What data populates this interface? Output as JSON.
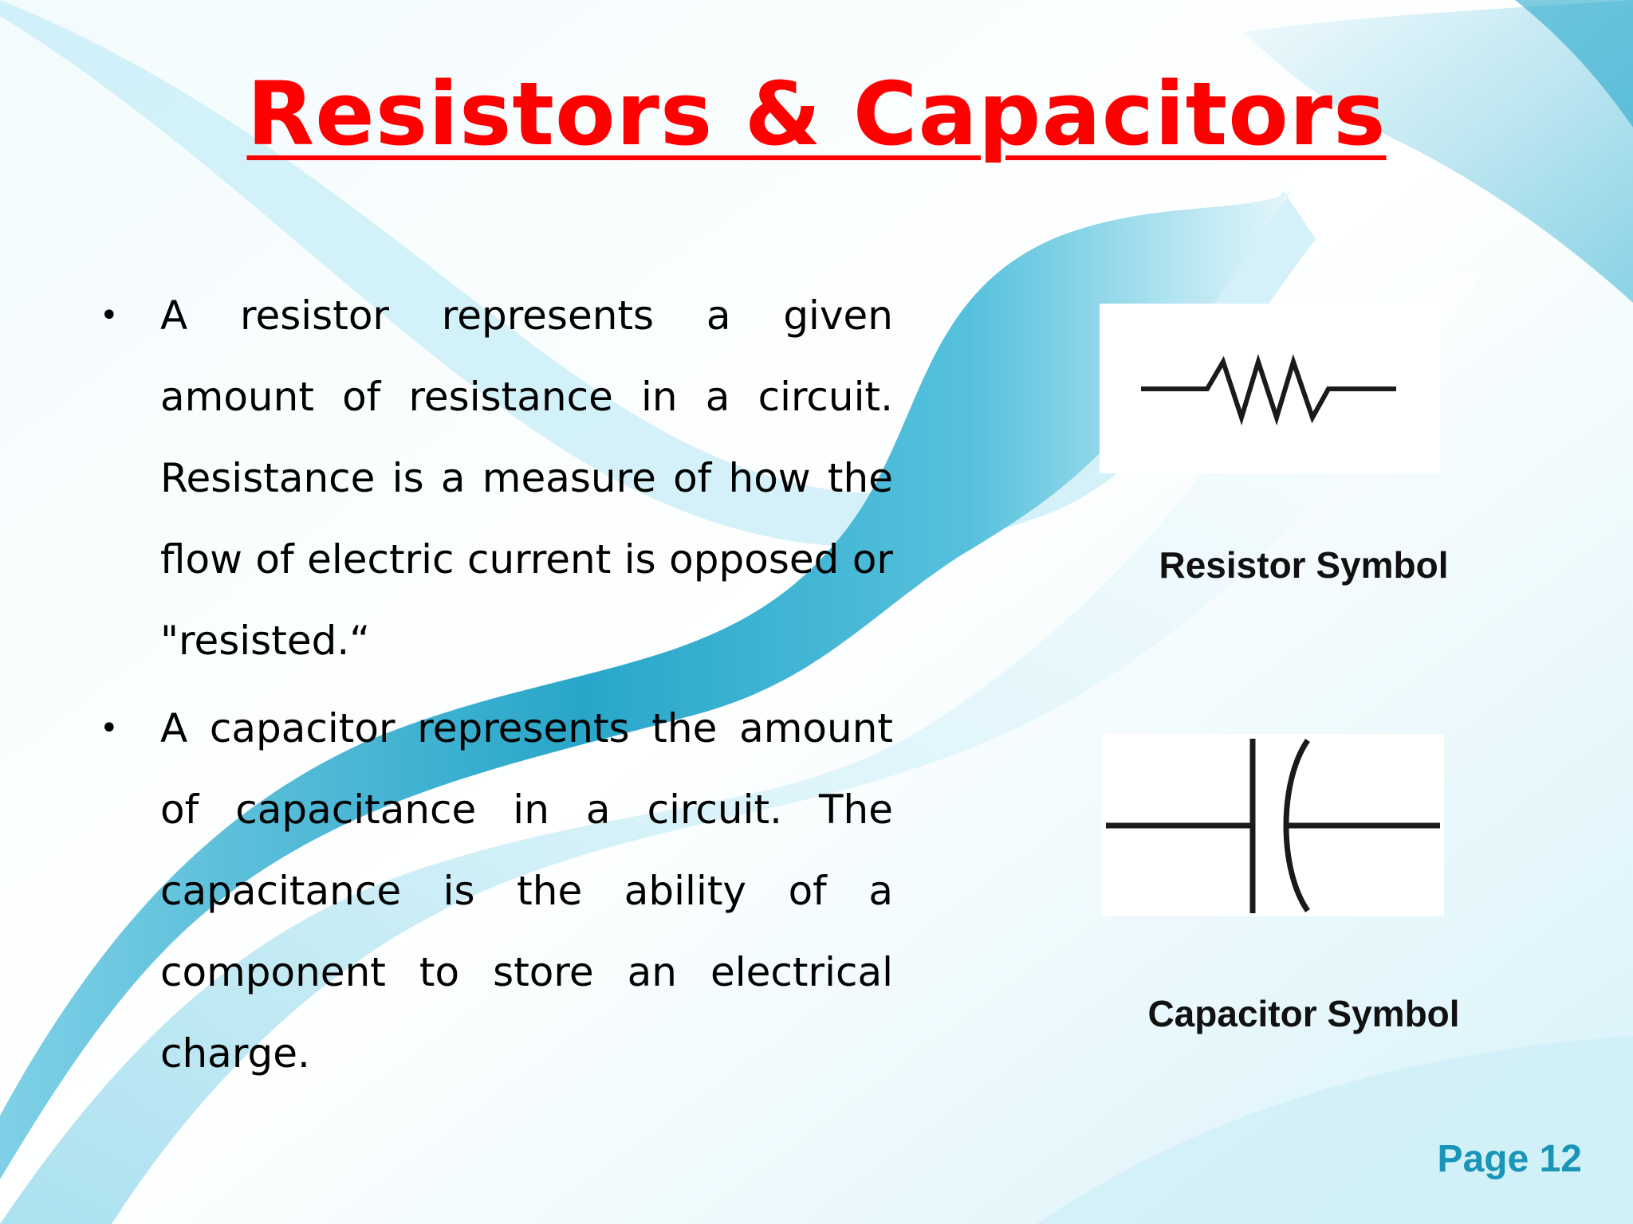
{
  "slide": {
    "title": "Resistors & Capacitors",
    "bullets": [
      {
        "text": "A resistor represents a given amount of resistance in a circuit. Resistance is a measure of how the flow of electric current is opposed or \"resisted.“"
      },
      {
        "text": "A capacitor represents the amount of capacitance in a circuit. The capacitance is the ability of a component to store an electrical charge."
      }
    ],
    "resistor_caption": "Resistor Symbol",
    "capacitor_caption": "Capacitor Symbol",
    "page_label": "Page 12"
  },
  "colors": {
    "title": "#ff0000",
    "page_label": "#1a95b8",
    "wave_dark": "#2aa9cc",
    "wave_light": "#bfe9f4"
  },
  "icons": {
    "bullet": "bullet-dot",
    "resistor": "resistor-symbol-icon",
    "capacitor": "capacitor-symbol-icon"
  }
}
